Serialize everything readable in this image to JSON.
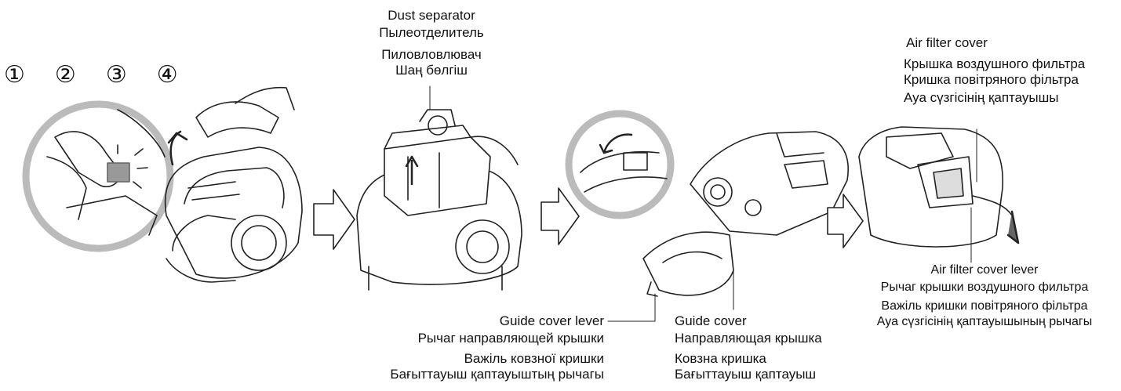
{
  "steps": [
    "①",
    "②",
    "③",
    "④"
  ],
  "labels": {
    "dust_separator": [
      "Dust separator",
      "Пылеотделитель",
      "Пиловловлювач",
      "Шаң бөлгіш"
    ],
    "air_filter_cover": [
      "Air filter cover",
      "Крышка воздушного фильтра",
      "Кришка повітряного фільтра",
      "Ауа сүзгісінің қаптауышы"
    ],
    "air_filter_cover_lever": [
      "Air filter cover lever",
      "Рычаг крышки воздушного фильтра",
      "Важіль кришки повітряного фільтра",
      "Ауа сүзгісінің қаптауышының рычагы"
    ],
    "guide_cover_lever": [
      "Guide cover lever",
      "Рычаг направляющей крышки",
      "Важіль ковзної кришки",
      "Бағыттауыш қаптауыштың рычагы"
    ],
    "guide_cover": [
      "Guide cover",
      "Направляющая крышка",
      "Ковзна кришка",
      "Бағыттауыш қаптауыш"
    ]
  }
}
